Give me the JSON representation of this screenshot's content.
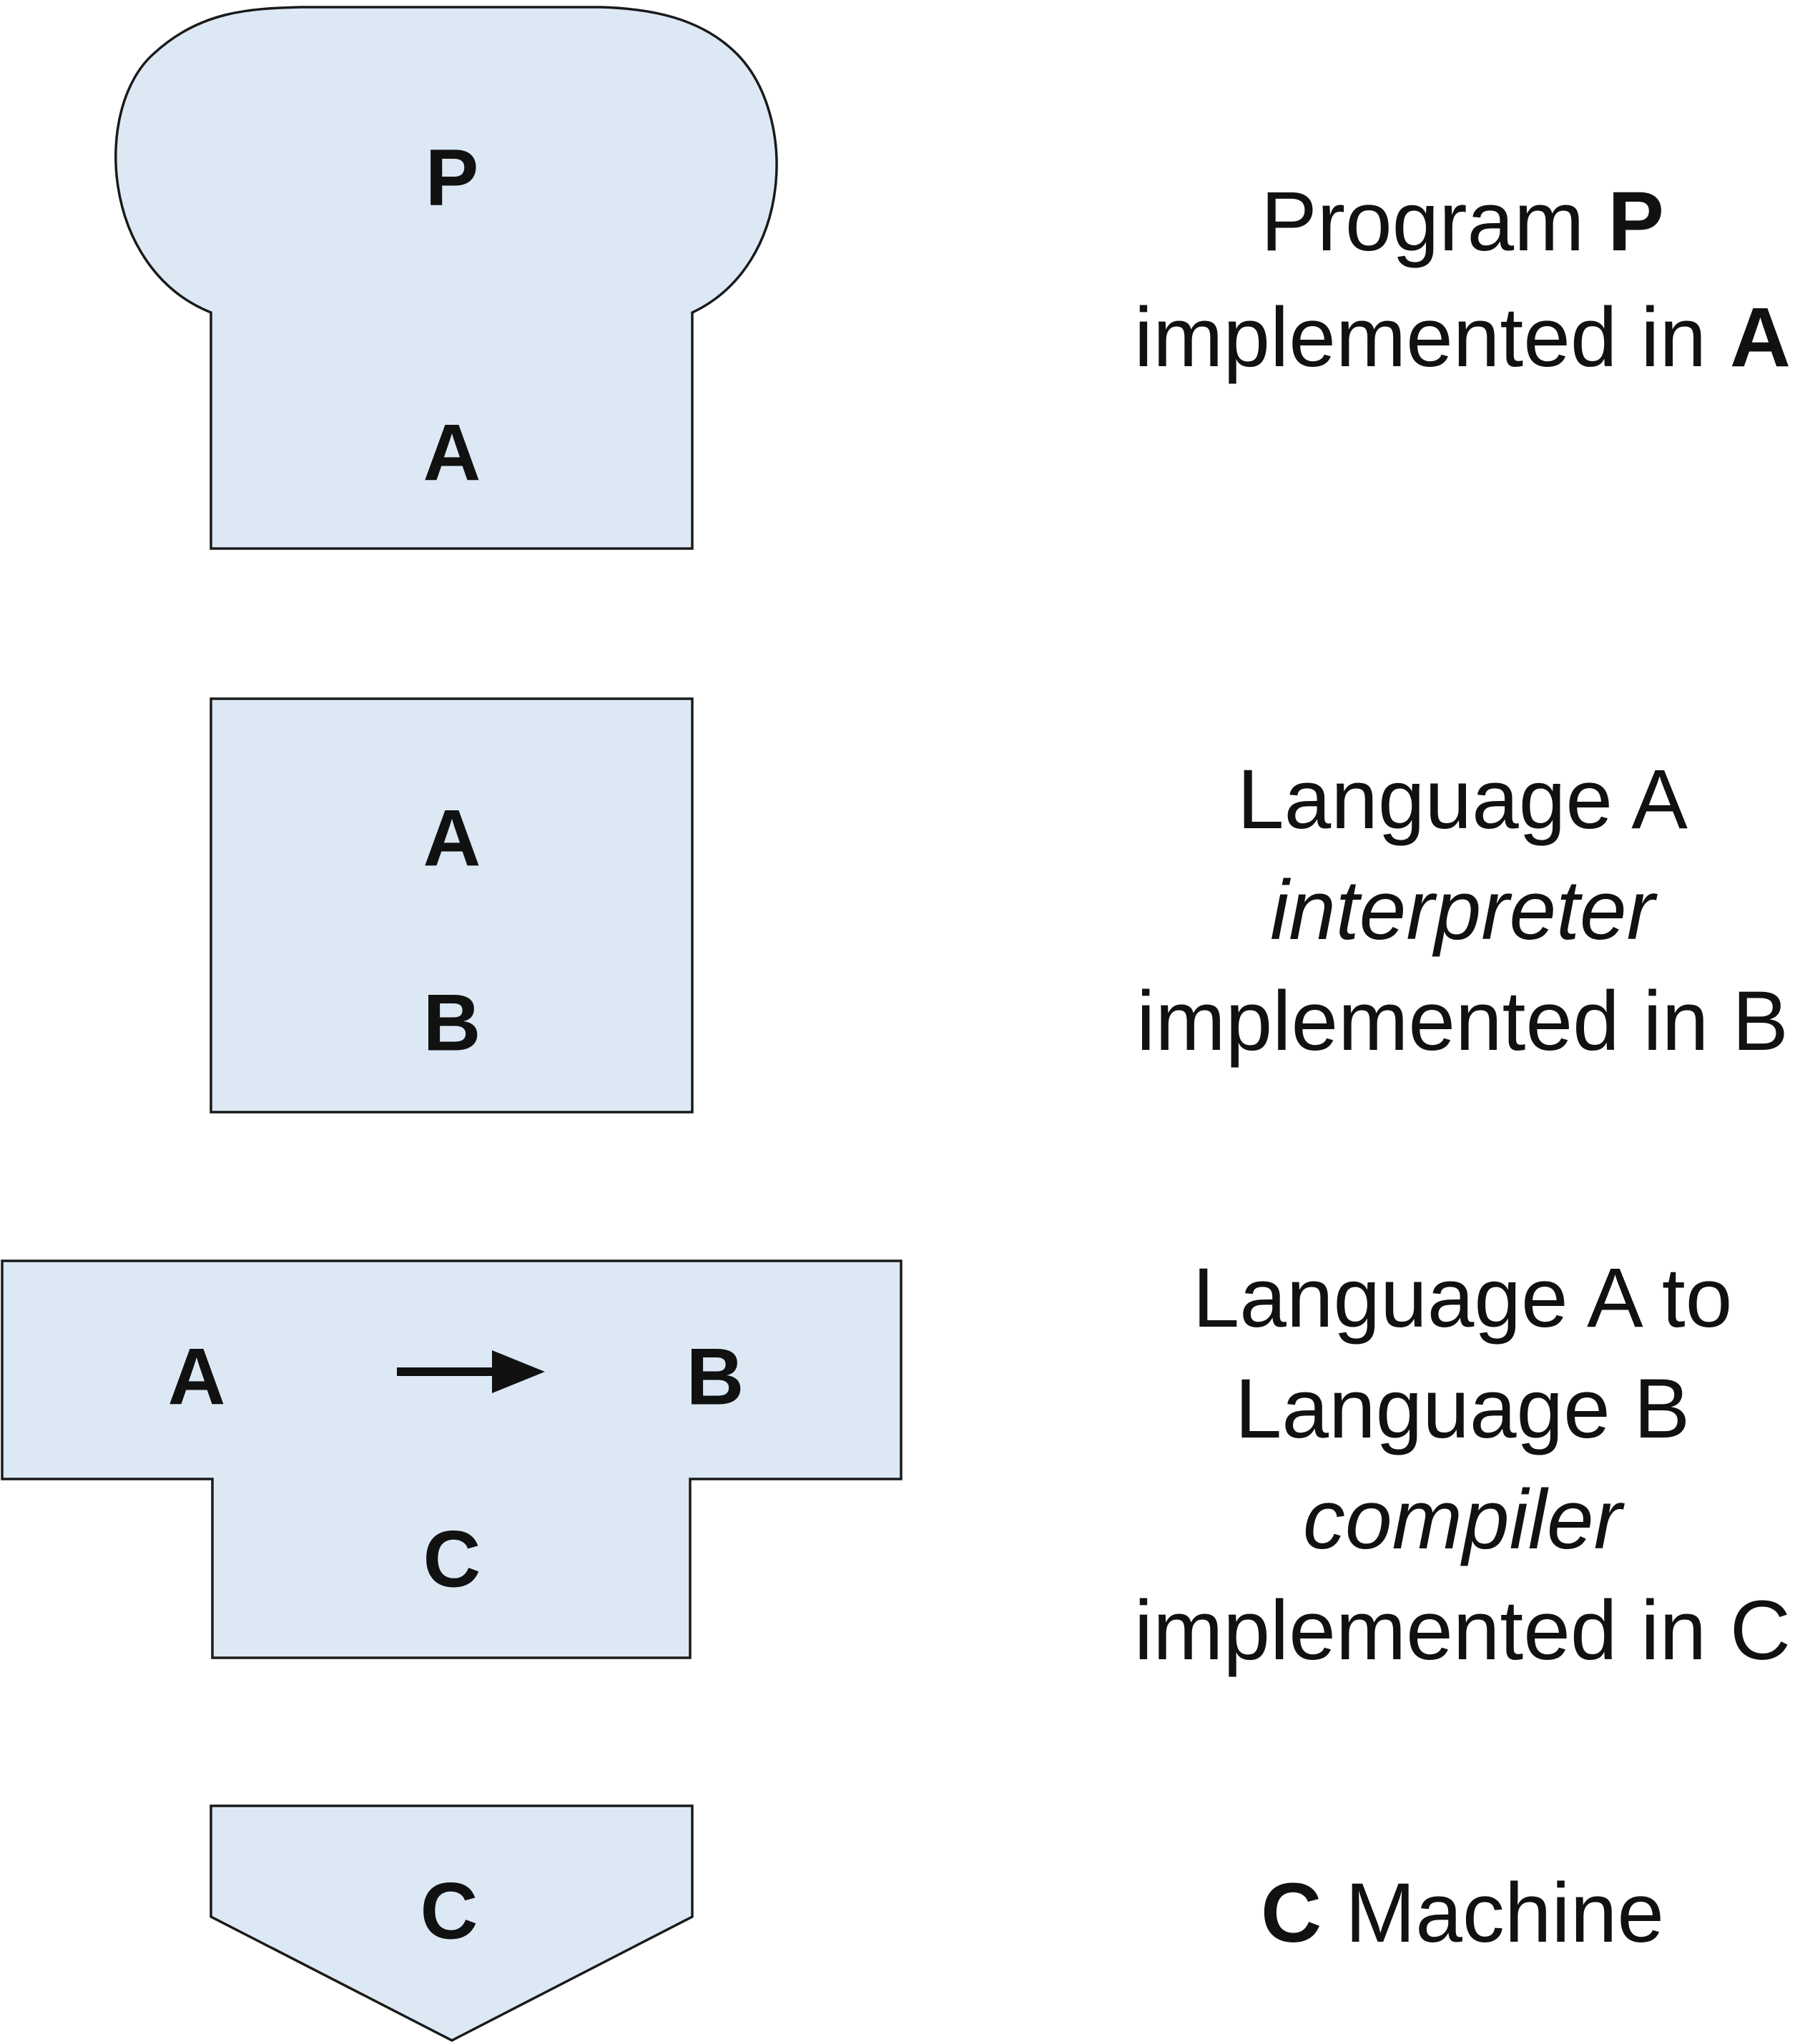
{
  "program": {
    "top_label": "P",
    "bottom_label": "A",
    "desc_line1_prefix": "Program ",
    "desc_line1_bold": "P",
    "desc_line2_prefix": "implemented in ",
    "desc_line2_bold": "A"
  },
  "interpreter": {
    "top_label": "A",
    "bottom_label": "B",
    "desc_line1": "Language A",
    "desc_line2_italic": "interpreter",
    "desc_line3": "implemented in B"
  },
  "compiler": {
    "source_label": "A",
    "target_label": "B",
    "impl_label": "C",
    "desc_line1": "Language A to",
    "desc_line2": "Language B",
    "desc_line3_italic": "compiler",
    "desc_line4": "implemented in C"
  },
  "machine": {
    "label": "C",
    "desc_bold": "C",
    "desc_rest": " Machine"
  },
  "colors": {
    "shape_fill": "#dce9f5",
    "stroke": "#1a1a1a",
    "text": "#111111"
  }
}
